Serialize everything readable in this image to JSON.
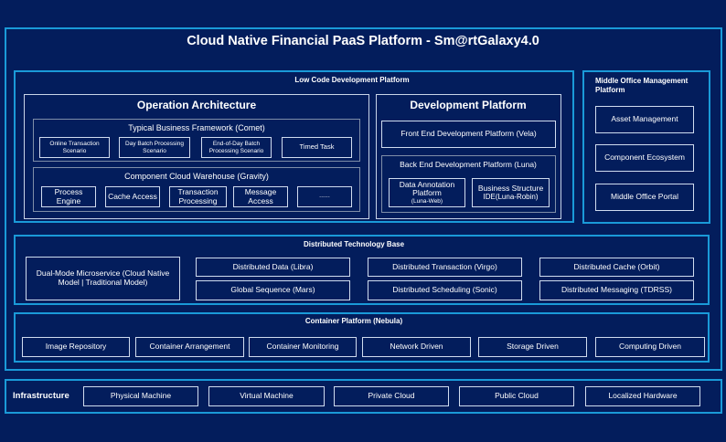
{
  "title": "Cloud Native Financial PaaS Platform - Sm@rtGalaxy4.0",
  "low_code": {
    "label": "Low Code Development Platform",
    "operation": {
      "title": "Operation Architecture",
      "comet": {
        "label": "Typical Business Framework (Comet)",
        "items": [
          "Online Transaction Scenario",
          "Day Batch Processing Scenario",
          "End-of-Day Batch Processing Scenario",
          "Timed Task"
        ]
      },
      "gravity": {
        "label": "Component Cloud Warehouse (Gravity)",
        "items": [
          "Process Engine",
          "Cache Access",
          "Transaction Processing",
          "Message Access",
          "......"
        ]
      }
    },
    "development": {
      "title": "Development Platform",
      "vela": "Front End Development Platform (Vela)",
      "luna": {
        "label": "Back End Development Platform (Luna)",
        "items": [
          {
            "name": "Data Annotation Platform",
            "sub": "(Luna-Web)"
          },
          {
            "name": "Business Structure",
            "sub": "IDE(Luna-Robin)"
          }
        ]
      }
    }
  },
  "middle_office": {
    "title": "Middle Office Management Platform",
    "items": [
      "Asset Management",
      "Component Ecosystem",
      "Middle Office Portal"
    ]
  },
  "distributed": {
    "label": "Distributed Technology Base",
    "dual_mode": "Dual-Mode Microservice (Cloud Native Model | Traditional Model)",
    "items": [
      "Distributed Data (Libra)",
      "Distributed Transaction (Virgo)",
      "Distributed Cache (Orbit)",
      "Global Sequence (Mars)",
      "Distributed Scheduling (Sonic)",
      "Distributed Messaging (TDRSS)"
    ]
  },
  "container": {
    "label": "Container Platform (Nebula)",
    "items": [
      "Image Repository",
      "Container Arrangement",
      "Container Monitoring",
      "Network Driven",
      "Storage Driven",
      "Computing Driven"
    ]
  },
  "infrastructure": {
    "label": "Infrastructure",
    "items": [
      "Physical Machine",
      "Virtual Machine",
      "Private Cloud",
      "Public Cloud",
      "Localized Hardware"
    ]
  },
  "colors": {
    "background": "#031d5c",
    "accent_border": "#1a9ad8",
    "box_border": "#d0dcef",
    "text": "#ffffff"
  }
}
